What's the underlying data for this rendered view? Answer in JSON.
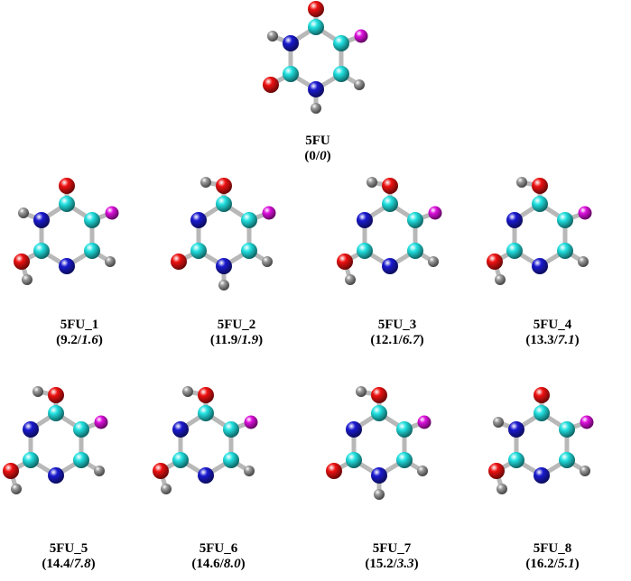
{
  "colors": {
    "carbon": "#22e0e0",
    "nitrogen": "#1a1ad0",
    "oxygen": "#ee1111",
    "hydrogen": "#9a9a9a",
    "fluorine": "#dd10dd",
    "bond": "#b8b8b8"
  },
  "molecules": [
    {
      "id": "5fu",
      "label": "5FU",
      "energy_1": "0",
      "energy_2": "0",
      "ring": "N1H N3H O2 O4",
      "r": "r1",
      "h4": 0,
      "hN3": 1,
      "hN1": 1,
      "h2": 0,
      "o2": "O"
    },
    {
      "id": "5fu-1",
      "label": "5FU_1",
      "energy_1": "9.2",
      "energy_2": "1.6",
      "h4": 0,
      "hN3": 1,
      "hN1": 0,
      "h2": 1,
      "o2": "O"
    },
    {
      "id": "5fu-2",
      "label": "5FU_2",
      "energy_1": "11.9",
      "energy_2": "1.9",
      "h4": 1,
      "hN3": 0,
      "hN1": 1,
      "h2": 0,
      "o2": "O"
    },
    {
      "id": "5fu-3",
      "label": "5FU_3",
      "energy_1": "12.1",
      "energy_2": "6.7",
      "h4": 1,
      "hN3": 0,
      "hN1": 0,
      "h2": 1,
      "o2": "O"
    },
    {
      "id": "5fu-4",
      "label": "5FU_4",
      "energy_1": "13.3",
      "energy_2": "7.1",
      "h4": 1,
      "hN3": 0,
      "hN1": 0,
      "h2": 1,
      "o2": "O"
    },
    {
      "id": "5fu-5",
      "label": "5FU_5",
      "energy_1": "14.4",
      "energy_2": "7.8",
      "h4": 1,
      "hN3": 0,
      "hN1": 0,
      "h2": 1,
      "o2": "O"
    },
    {
      "id": "5fu-6",
      "label": "5FU_6",
      "energy_1": "14.6",
      "energy_2": "8.0",
      "h4": 1,
      "hN3": 0,
      "hN1": 0,
      "h2": 1,
      "o2": "O"
    },
    {
      "id": "5fu-7",
      "label": "5FU_7",
      "energy_1": "15.2",
      "energy_2": "3.3",
      "h4": 1,
      "hN3": 0,
      "hN1": 1,
      "h2": 0,
      "o2": "O"
    },
    {
      "id": "5fu-8",
      "label": "5FU_8",
      "energy_1": "16.2",
      "energy_2": "5.1",
      "h4": 0,
      "hN3": 1,
      "hN1": 0,
      "h2": 1,
      "o2": "O"
    }
  ]
}
